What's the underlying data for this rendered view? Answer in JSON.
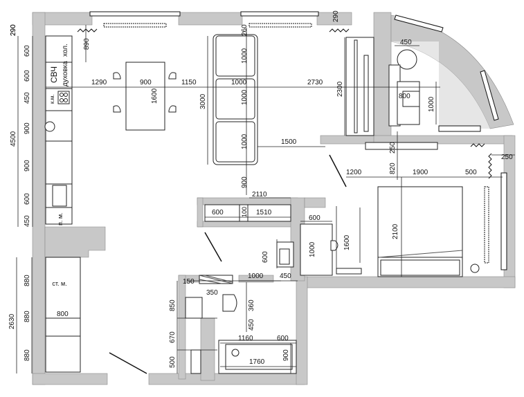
{
  "labels": {
    "fridge": "хол.",
    "oven": "духовка",
    "microwave": "СВЧ",
    "hob": "к.м.",
    "dishwasher": "п. м.",
    "washer": "ст. м."
  },
  "dims": {
    "top_290": "290",
    "right_top_290": "290",
    "d_890": "890",
    "d_260": "260",
    "d_450_chair": "450",
    "d_1000_chair": "1000",
    "d_800_chair": "800",
    "d_1290": "1290",
    "d_900_table": "900",
    "d_1150": "1150",
    "d_1000_sofa": "1000",
    "d_2730": "2730",
    "d_1600_table": "1600",
    "d_3000": "3000",
    "sofa_1000_a": "1000",
    "sofa_1000_b": "1000",
    "sofa_1000_c": "1000",
    "d_2300": "2300",
    "d_1500": "1500",
    "d_250_tv": "250",
    "d_250_right": "250",
    "d_1200": "1200",
    "d_820": "820",
    "d_1900": "1900",
    "d_500": "500",
    "d_2100_bed": "2100",
    "d_900_corridor": "900",
    "d_2110": "2110",
    "d_600_shelf": "600",
    "d_100": "100",
    "d_1510": "1510",
    "d_600_desk": "600",
    "d_1000_desk": "1000",
    "d_1600_desk": "1600",
    "d_600_sink": "600",
    "d_150": "150",
    "d_350": "350",
    "d_1000_bath": "1000",
    "d_450_bath": "450",
    "d_850": "850",
    "d_360": "360",
    "d_450_wc": "450",
    "d_670": "670",
    "d_1160": "1160",
    "d_600_bath": "600",
    "d_500_bath": "500",
    "d_900_bath": "900",
    "d_1760": "1760",
    "left_290": "290",
    "left_600_a": "600",
    "left_600_b": "600",
    "left_450_a": "450",
    "left_900_a": "900",
    "left_900_b": "900",
    "left_600_c": "600",
    "left_450_b": "450",
    "left_4500": "4500",
    "left_880_a": "880",
    "left_880_b": "880",
    "left_880_c": "880",
    "left_2630": "2630",
    "wash_800": "800"
  },
  "colors": {
    "wall": "#c8c8c8",
    "ink": "#111111",
    "window": "#ffffff"
  }
}
